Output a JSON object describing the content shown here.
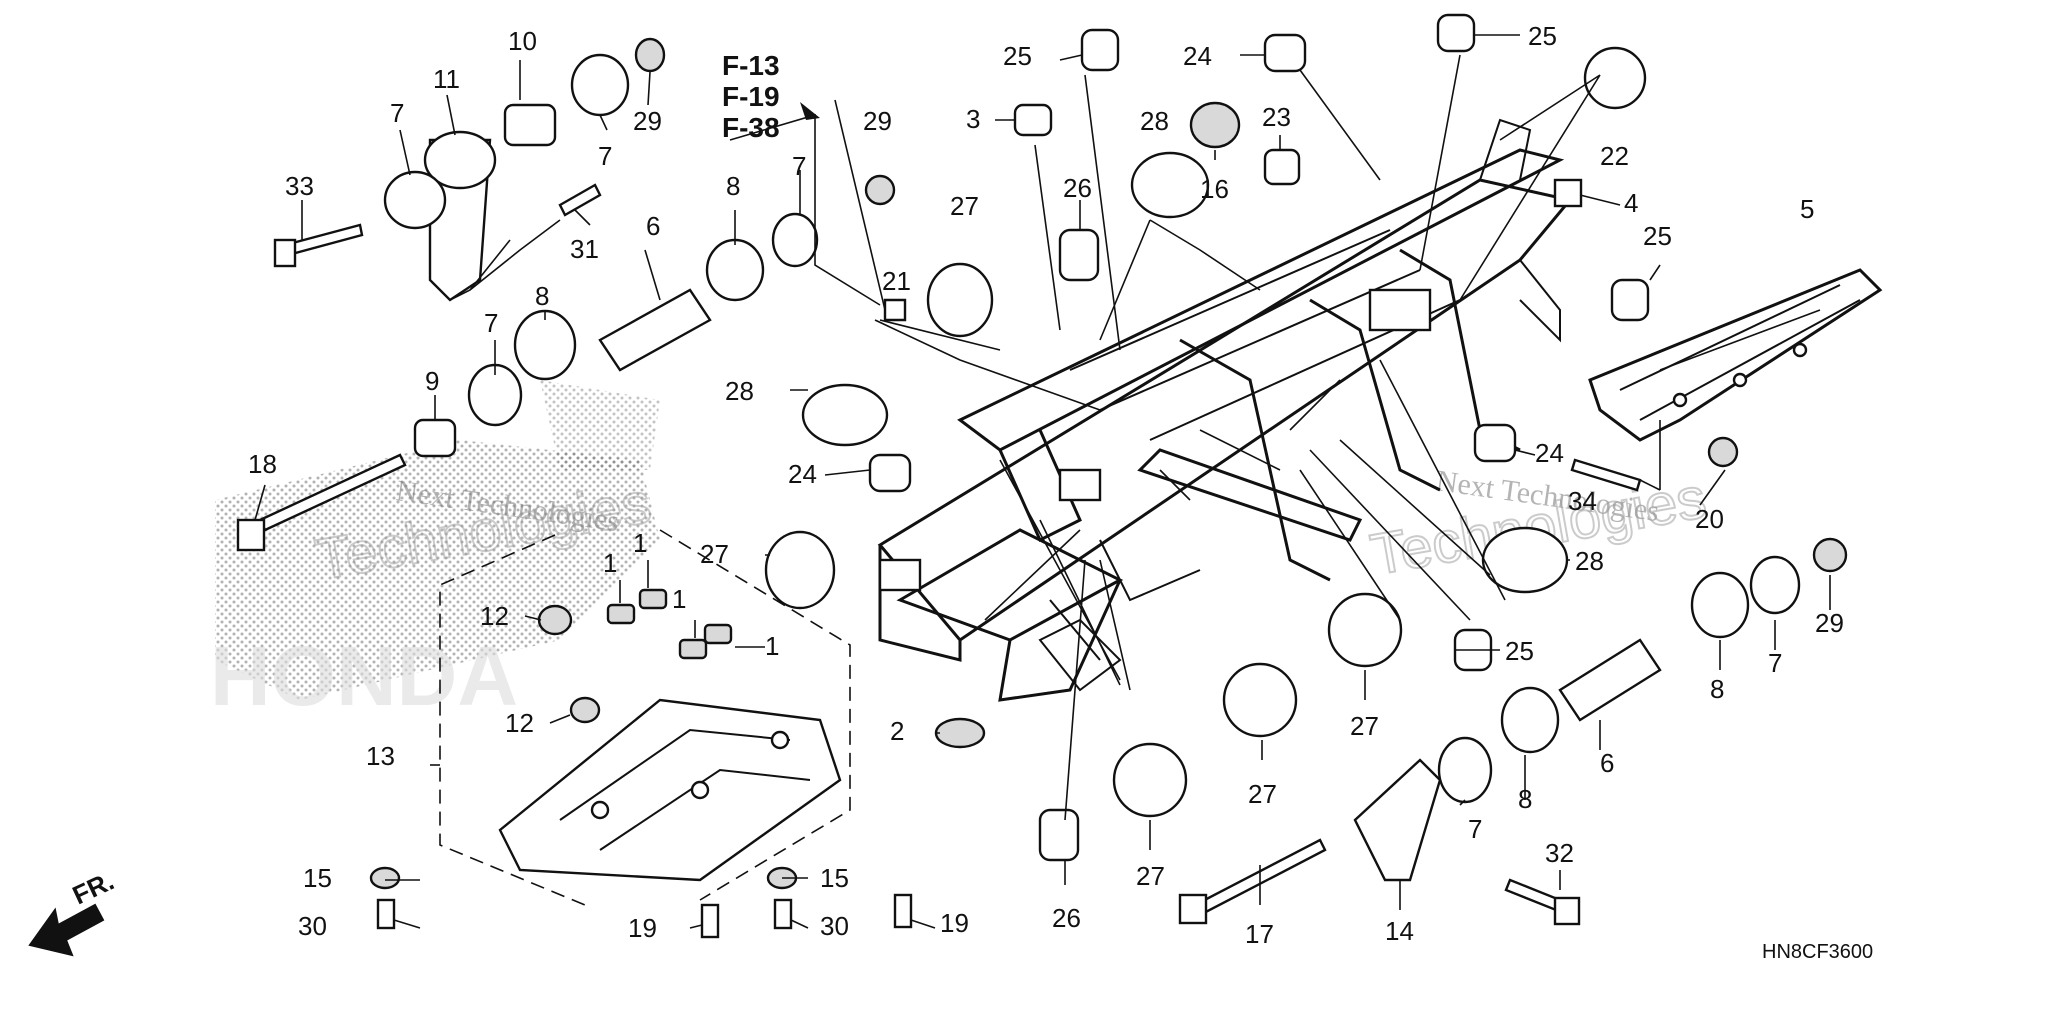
{
  "diagram": {
    "callouts": [
      {
        "id": "c10",
        "text": "10"
      },
      {
        "id": "c11",
        "text": "11"
      },
      {
        "id": "c7a",
        "text": "7"
      },
      {
        "id": "c7b",
        "text": "7"
      },
      {
        "id": "c29a",
        "text": "29"
      },
      {
        "id": "c33",
        "text": "33"
      },
      {
        "id": "c31",
        "text": "31"
      },
      {
        "id": "c6a",
        "text": "6"
      },
      {
        "id": "c8a",
        "text": "8"
      },
      {
        "id": "c7c",
        "text": "7"
      },
      {
        "id": "c8b",
        "text": "8"
      },
      {
        "id": "c7d",
        "text": "7"
      },
      {
        "id": "c9",
        "text": "9"
      },
      {
        "id": "c18",
        "text": "18"
      },
      {
        "id": "c1a",
        "text": "1"
      },
      {
        "id": "c1b",
        "text": "1"
      },
      {
        "id": "c1c",
        "text": "1"
      },
      {
        "id": "c1d",
        "text": "1"
      },
      {
        "id": "c12a",
        "text": "12"
      },
      {
        "id": "c12b",
        "text": "12"
      },
      {
        "id": "c13",
        "text": "13"
      },
      {
        "id": "c15a",
        "text": "15"
      },
      {
        "id": "c30a",
        "text": "30"
      },
      {
        "id": "c19a",
        "text": "19"
      },
      {
        "id": "c15b",
        "text": "15"
      },
      {
        "id": "c30b",
        "text": "30"
      },
      {
        "id": "c19b",
        "text": "19"
      },
      {
        "id": "c29b",
        "text": "29"
      },
      {
        "id": "c21",
        "text": "21"
      },
      {
        "id": "c28a",
        "text": "28"
      },
      {
        "id": "c24a",
        "text": "24"
      },
      {
        "id": "c27a",
        "text": "27"
      },
      {
        "id": "c27b",
        "text": "27"
      },
      {
        "id": "c25a",
        "text": "25"
      },
      {
        "id": "c3",
        "text": "3"
      },
      {
        "id": "c26a",
        "text": "26"
      },
      {
        "id": "c28b",
        "text": "28"
      },
      {
        "id": "c24b",
        "text": "24"
      },
      {
        "id": "c16",
        "text": "16"
      },
      {
        "id": "c23",
        "text": "23"
      },
      {
        "id": "c25b",
        "text": "25"
      },
      {
        "id": "c22",
        "text": "22"
      },
      {
        "id": "c4",
        "text": "4"
      },
      {
        "id": "c25c",
        "text": "25"
      },
      {
        "id": "c5",
        "text": "5"
      },
      {
        "id": "c24c",
        "text": "24"
      },
      {
        "id": "c34",
        "text": "34"
      },
      {
        "id": "c20",
        "text": "20"
      },
      {
        "id": "c28c",
        "text": "28"
      },
      {
        "id": "c25d",
        "text": "25"
      },
      {
        "id": "c27c",
        "text": "27"
      },
      {
        "id": "c27d",
        "text": "27"
      },
      {
        "id": "c27e",
        "text": "27"
      },
      {
        "id": "c26b",
        "text": "26"
      },
      {
        "id": "c2",
        "text": "2"
      },
      {
        "id": "c17",
        "text": "17"
      },
      {
        "id": "c14",
        "text": "14"
      },
      {
        "id": "c32",
        "text": "32"
      },
      {
        "id": "c7e",
        "text": "7"
      },
      {
        "id": "c8c",
        "text": "8"
      },
      {
        "id": "c6b",
        "text": "6"
      },
      {
        "id": "c8d",
        "text": "8"
      },
      {
        "id": "c7f",
        "text": "7"
      },
      {
        "id": "c29c",
        "text": "29"
      }
    ],
    "refs": [
      "F-13",
      "F-19",
      "F-38"
    ],
    "direction_label": "FR.",
    "diagram_code": "HN8CF3600",
    "watermarks": [
      "Next Technologies",
      "Technologies",
      "Next Technologies",
      "Technologies",
      "HONDA"
    ]
  }
}
